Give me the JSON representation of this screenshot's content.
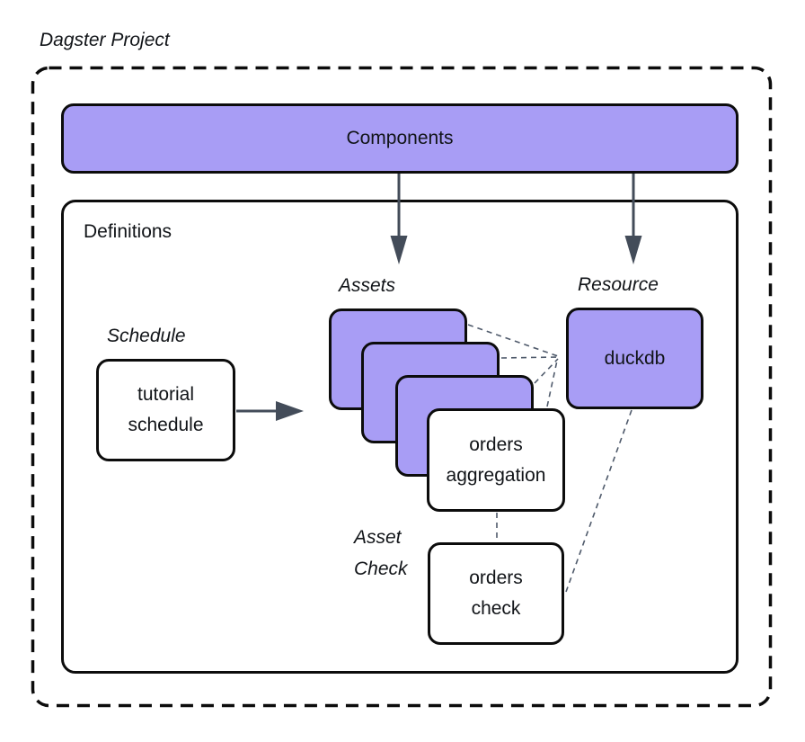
{
  "title": "Dagster Project",
  "components": {
    "label": "Components"
  },
  "definitions": {
    "label": "Definitions",
    "schedule": {
      "group_label": "Schedule",
      "node": {
        "line1": "tutorial",
        "line2": "schedule"
      }
    },
    "assets": {
      "group_label": "Assets",
      "stack_count": 3,
      "front_node": {
        "line1": "orders",
        "line2": "aggregation"
      }
    },
    "resource": {
      "group_label": "Resource",
      "node": {
        "label": "duckdb"
      }
    },
    "asset_check": {
      "group_label": {
        "line1": "Asset",
        "line2": "Check"
      },
      "node": {
        "line1": "orders",
        "line2": "check"
      }
    }
  },
  "colors": {
    "node_fill_purple": "#a89df5",
    "node_fill_white": "#ffffff",
    "border_black": "#0c0c0c",
    "arrow_slate": "#434c59",
    "connector_gray": "#4f5a6b",
    "background": "#ffffff"
  }
}
